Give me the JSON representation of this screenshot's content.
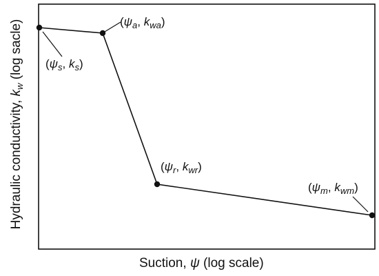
{
  "axes": {
    "x_title_prefix": "Suction, ",
    "x_title_symbol": "ψ",
    "x_title_suffix": " (log scale)",
    "y_title_prefix": "Hydraulic conductivity, ",
    "y_title_symbol": "k",
    "y_title_sub": "w",
    "y_title_suffix": " (log sacle)"
  },
  "points": [
    {
      "name": "s",
      "psi": "ψ",
      "psi_sub": "s",
      "k": "k",
      "k_sub": "s"
    },
    {
      "name": "a",
      "psi": "ψ",
      "psi_sub": "a",
      "k": "k",
      "k_sub": "wa"
    },
    {
      "name": "r",
      "psi": "ψ",
      "psi_sub": "r",
      "k": "k",
      "k_sub": "wr"
    },
    {
      "name": "m",
      "psi": "ψ",
      "psi_sub": "m",
      "k": "k",
      "k_sub": "wm"
    }
  ],
  "punct": {
    "open": "(",
    "sep": ", ",
    "close": ")"
  },
  "colors": {
    "ink": "#111111",
    "background": "#ffffff"
  }
}
